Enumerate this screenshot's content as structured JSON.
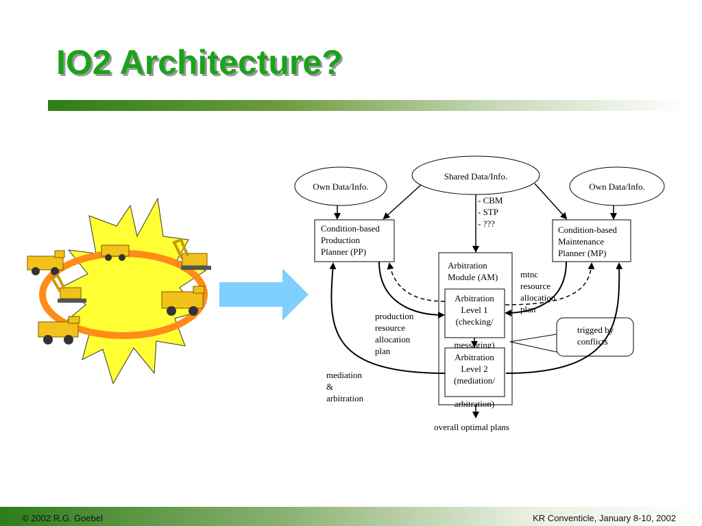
{
  "slide": {
    "title": "IO2 Architecture?",
    "footer_left": "© 2002 R.G. Goebel",
    "footer_right": "KR Conventicle, January 8-10, 2002"
  },
  "diagram": {
    "shared_data": "Shared Data/Info.",
    "own_data_left": "Own Data/Info.",
    "own_data_right": "Own Data/Info.",
    "shared_items": [
      "- CBM",
      "- STP",
      "- ???"
    ],
    "pp_lines": [
      "Condition-based",
      "Production",
      "Planner (PP)"
    ],
    "mp_lines": [
      "Condition-based",
      "Maintenance",
      "Planner (MP)"
    ],
    "am_lines": [
      "Arbitration",
      "Module (AM)"
    ],
    "level1_lines": [
      "Arbitration",
      "Level 1",
      "(checking/",
      "messaging)"
    ],
    "level2_lines": [
      "Arbitration",
      "Level 2",
      "(mediation/",
      "arbitration)"
    ],
    "prod_alloc_lines": [
      "production",
      "resource",
      "allocation",
      "plan"
    ],
    "mtnc_alloc_lines": [
      "mtnc",
      "resource",
      "allocation",
      "plan"
    ],
    "trigged_lines": [
      "trigged by",
      "conflicts"
    ],
    "mediation_lines": [
      "mediation",
      "&",
      "arbitration"
    ],
    "output": "overall optimal plans"
  },
  "illustration": {
    "description_icons": [
      "truck-icon",
      "excavator-icon",
      "explosion-icon",
      "arrow-right-icon"
    ],
    "colors": {
      "burst": "#ffff33",
      "ring": "#ff8c1a",
      "arrow": "#7fcfff",
      "truck": "#f2c21a"
    }
  }
}
